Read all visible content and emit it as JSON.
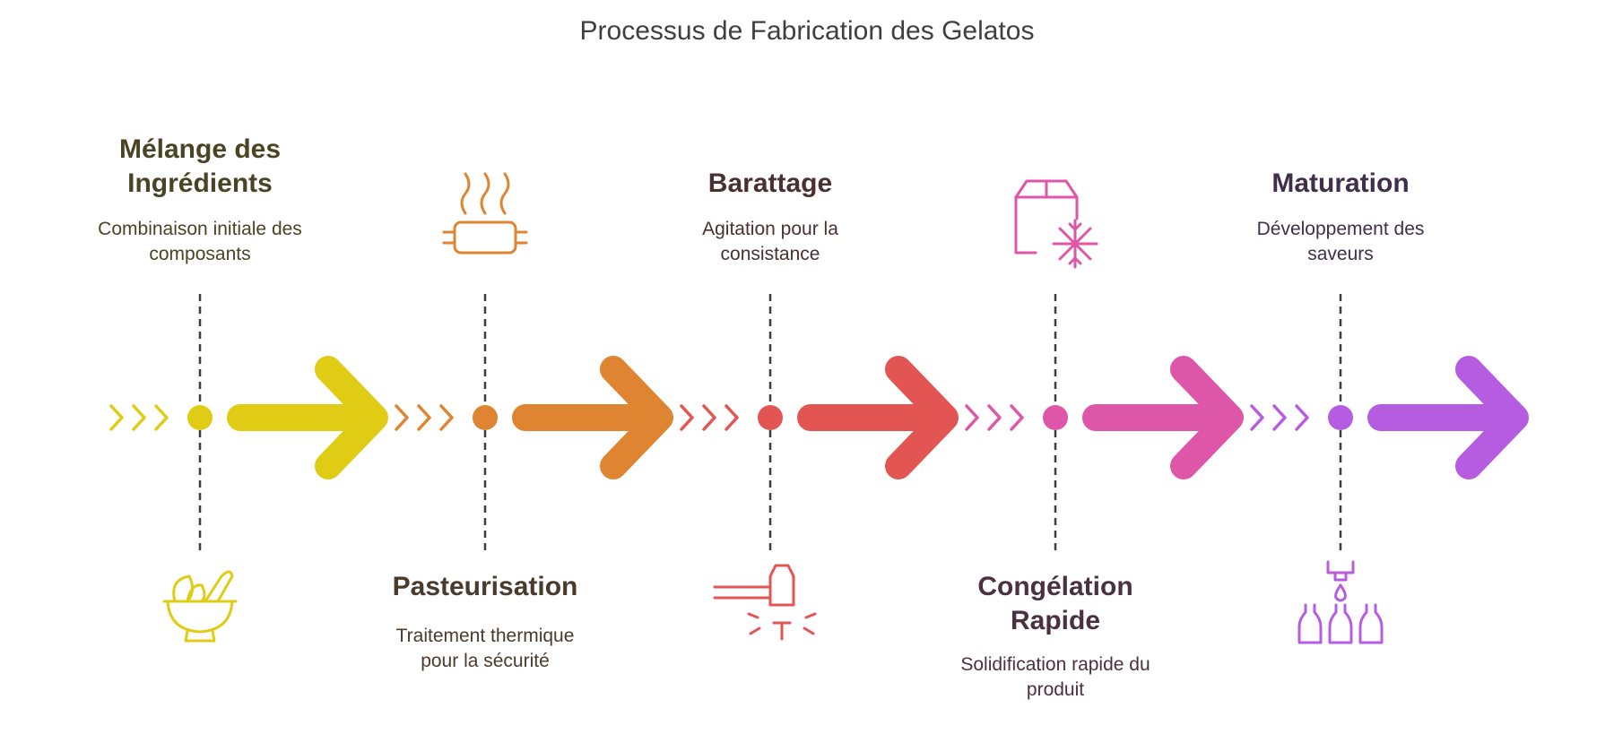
{
  "title": "Processus de Fabrication des Gelatos",
  "steps": [
    {
      "title": "Mélange des Ingrédients",
      "description": "Combinaison initiale des composants",
      "icon": "herb-bowl-icon",
      "color": "#e0cc14",
      "text_color": "#4a4324"
    },
    {
      "title": "Pasteurisation",
      "description": "Traitement thermique pour la sécurité",
      "icon": "heating-pan-icon",
      "color": "#df8430",
      "text_color": "#4a3a2c"
    },
    {
      "title": "Barattage",
      "description": "Agitation pour la consistance",
      "icon": "churning-hammer-icon",
      "color": "#e35553",
      "text_color": "#4a3030"
    },
    {
      "title": "Congélation Rapide",
      "description": "Solidification rapide du produit",
      "icon": "frozen-box-icon",
      "color": "#dd56a8",
      "text_color": "#4a3040"
    },
    {
      "title": "Maturation",
      "description": "Développement des saveurs",
      "icon": "dropper-bottles-icon",
      "color": "#b65ce0",
      "text_color": "#3f2f4a"
    }
  ]
}
